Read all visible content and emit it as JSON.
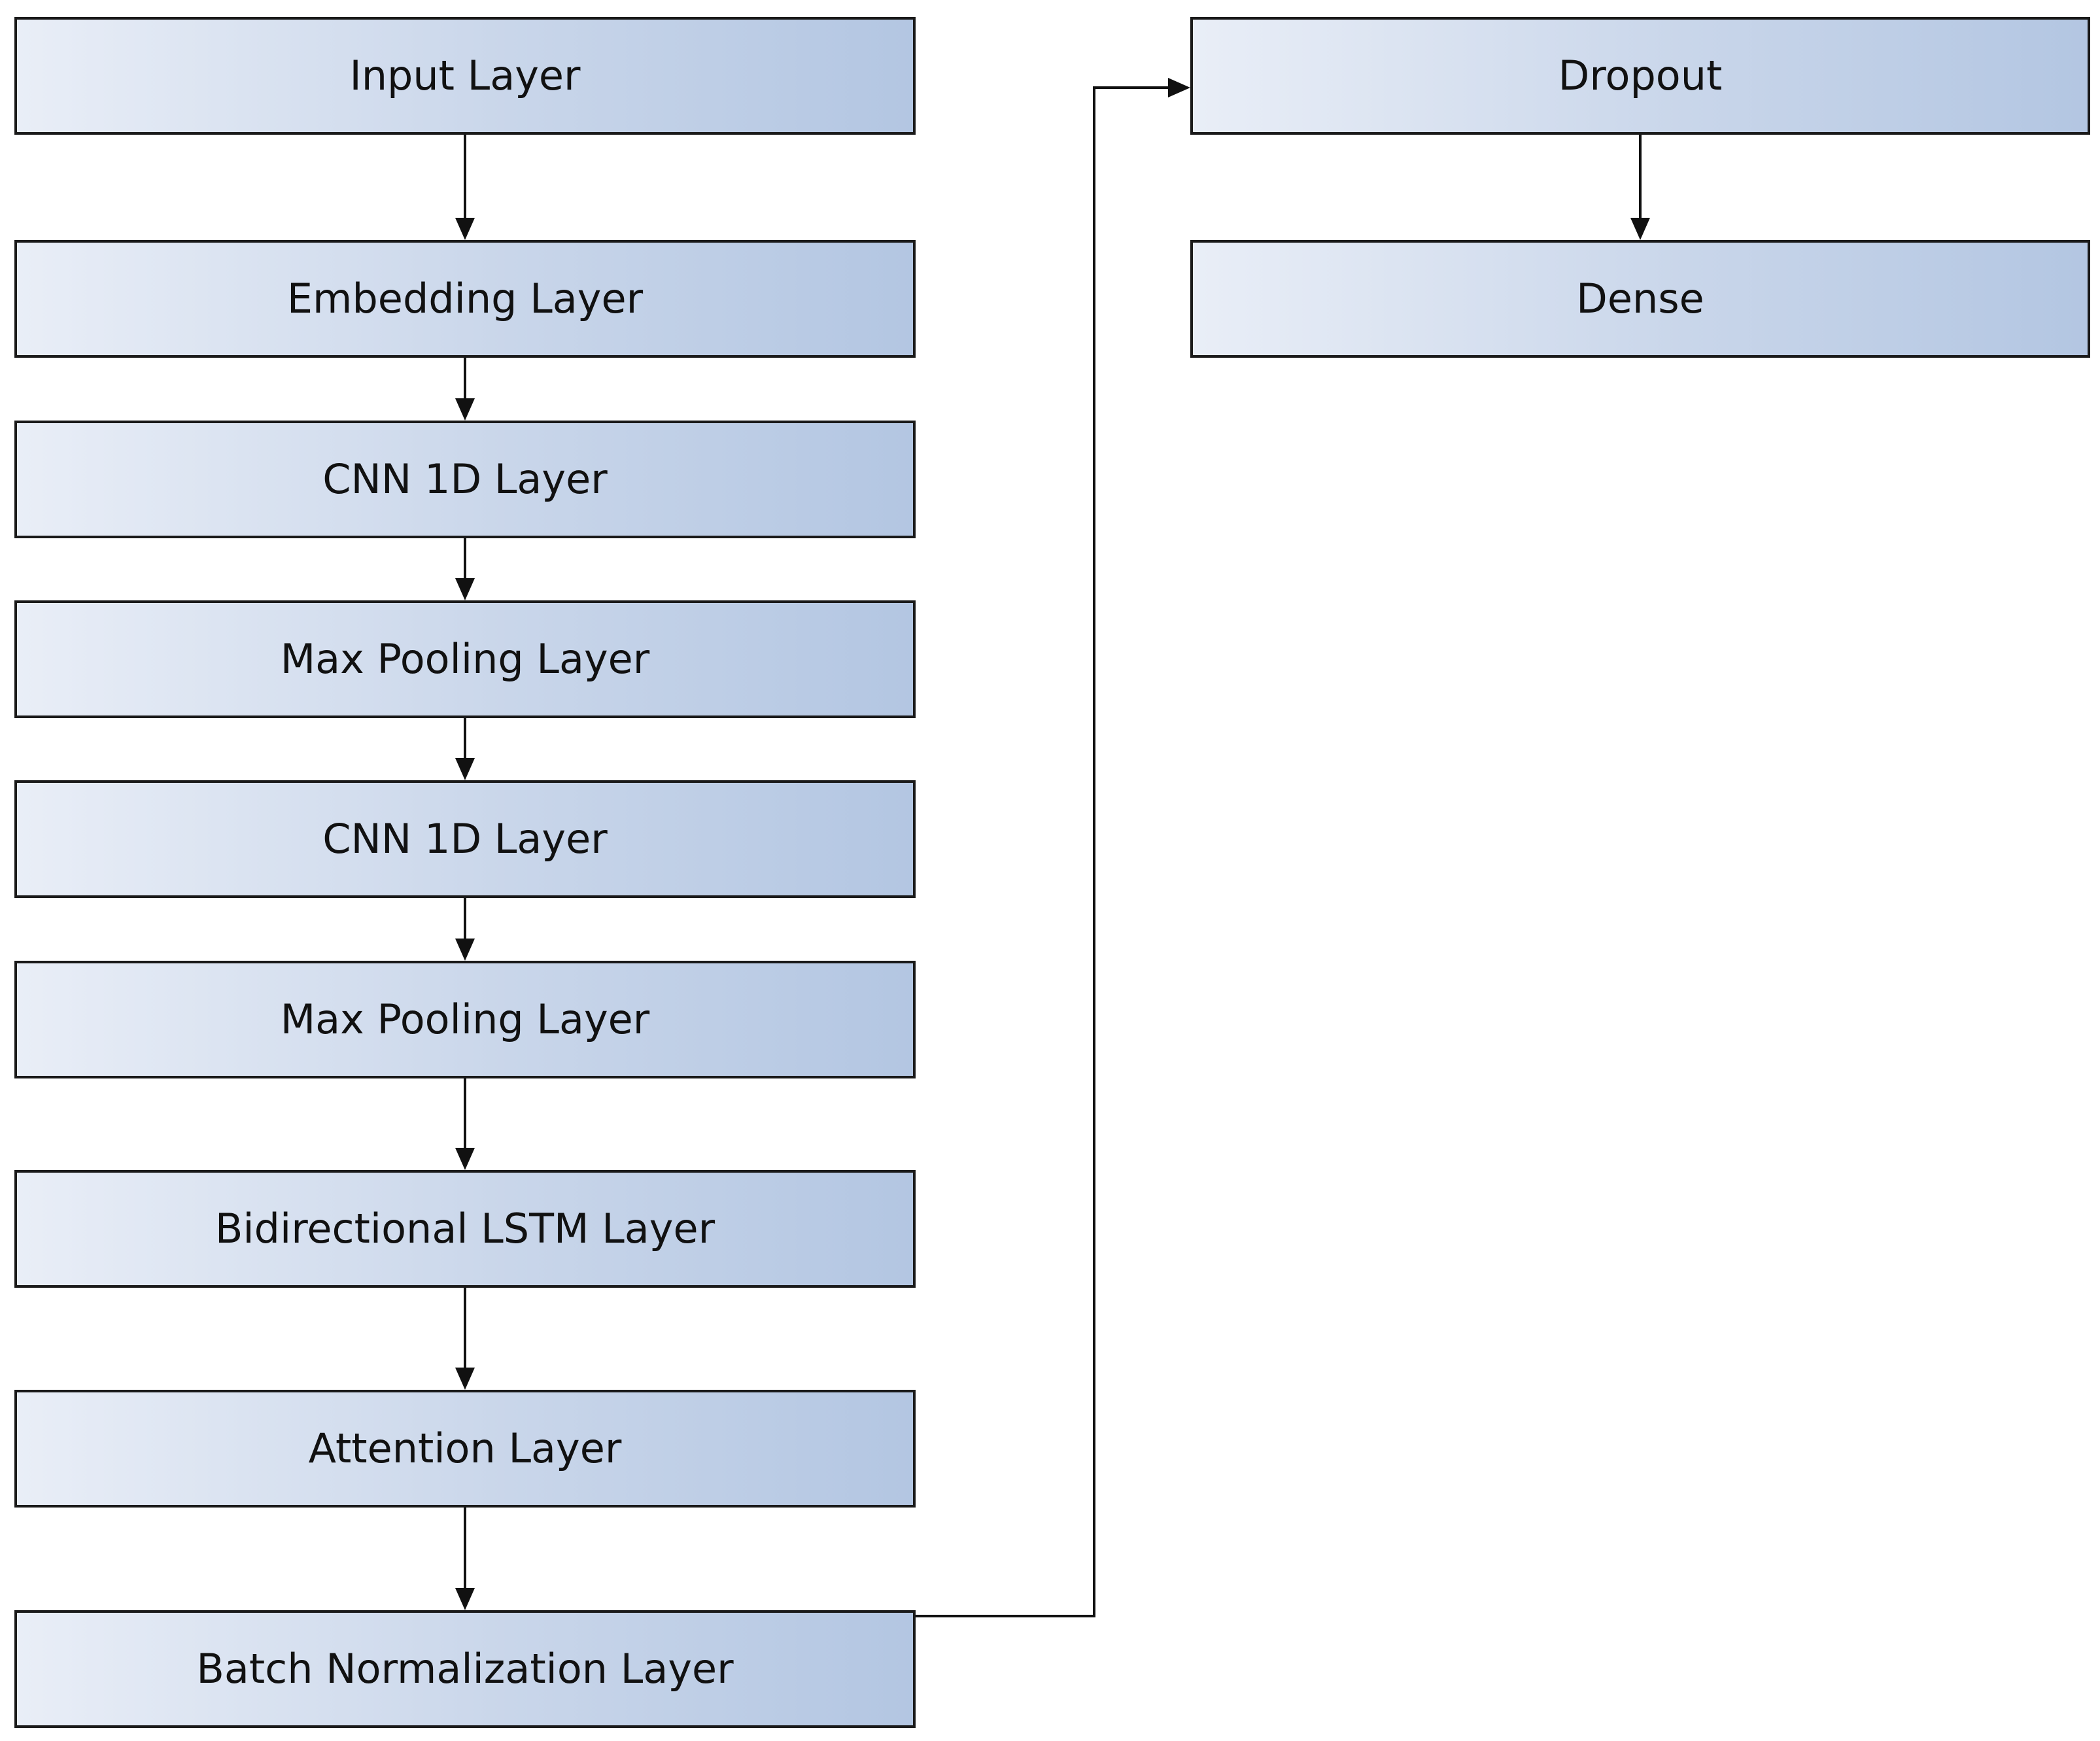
{
  "nodes": [
    {
      "id": "input",
      "label": "Input Layer"
    },
    {
      "id": "embedding",
      "label": "Embedding Layer"
    },
    {
      "id": "cnn1",
      "label": "CNN 1D Layer"
    },
    {
      "id": "pool1",
      "label": "Max Pooling Layer"
    },
    {
      "id": "cnn2",
      "label": "CNN 1D Layer"
    },
    {
      "id": "pool2",
      "label": "Max Pooling Layer"
    },
    {
      "id": "bilstm",
      "label": "Bidirectional LSTM Layer"
    },
    {
      "id": "attention",
      "label": "Attention Layer"
    },
    {
      "id": "batchnorm",
      "label": "Batch Normalization Layer"
    },
    {
      "id": "dropout",
      "label": "Dropout"
    },
    {
      "id": "dense",
      "label": "Dense"
    }
  ],
  "edges": [
    {
      "from": "input",
      "to": "embedding"
    },
    {
      "from": "embedding",
      "to": "cnn1"
    },
    {
      "from": "cnn1",
      "to": "pool1"
    },
    {
      "from": "pool1",
      "to": "cnn2"
    },
    {
      "from": "cnn2",
      "to": "pool2"
    },
    {
      "from": "pool2",
      "to": "bilstm"
    },
    {
      "from": "bilstm",
      "to": "attention"
    },
    {
      "from": "attention",
      "to": "batchnorm"
    },
    {
      "from": "batchnorm",
      "to": "dropout"
    },
    {
      "from": "dropout",
      "to": "dense"
    }
  ],
  "colors": {
    "box_gradient_start": "#e9eef7",
    "box_gradient_end": "#b3c6e2",
    "border": "#1a1a1a",
    "arrow": "#111111"
  }
}
